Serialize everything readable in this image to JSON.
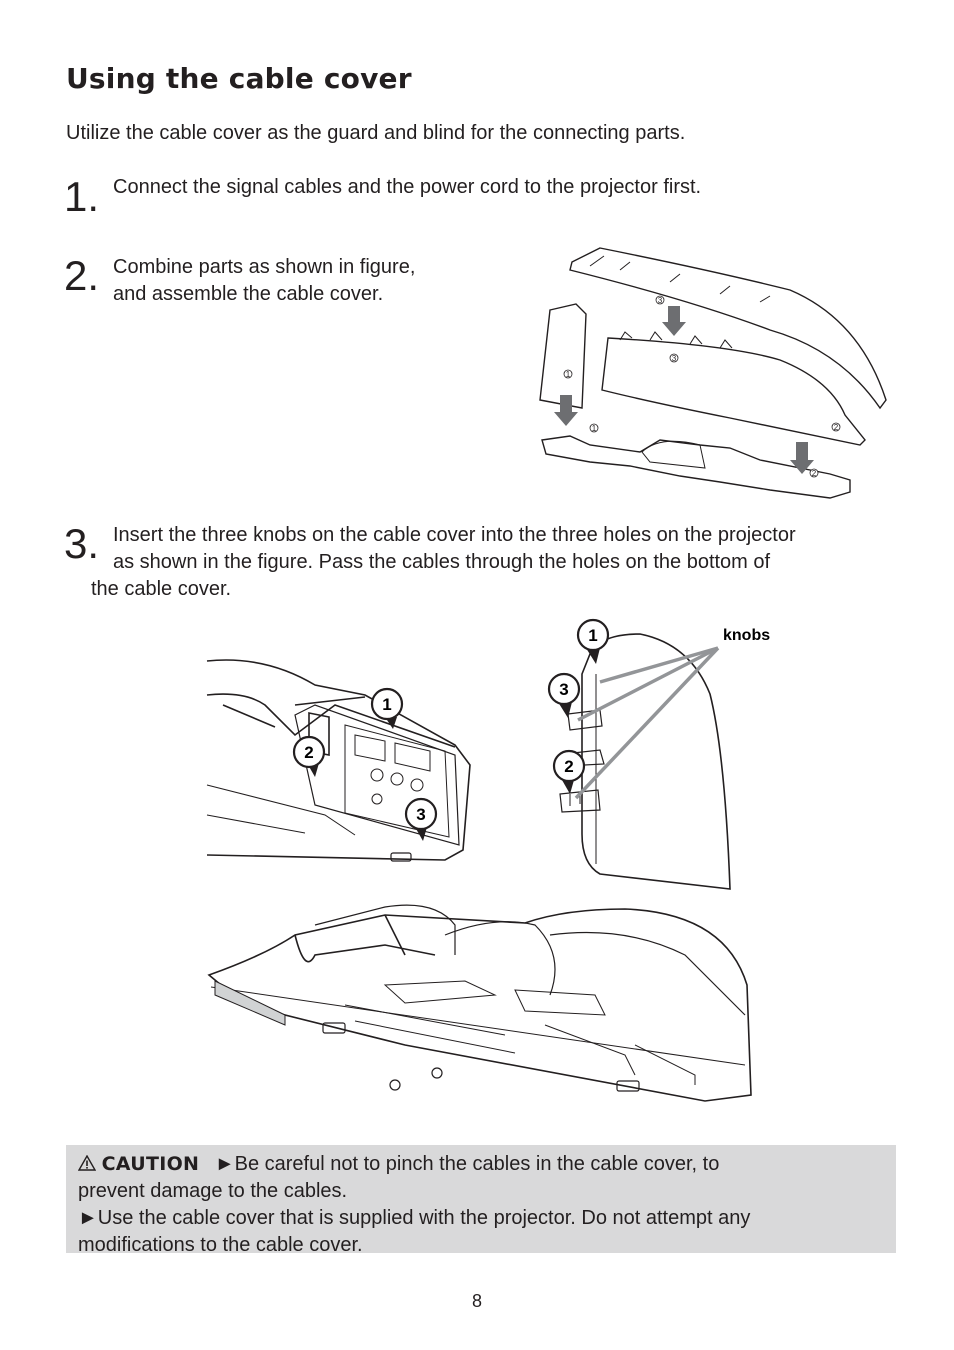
{
  "heading": "Using the cable cover",
  "intro": "Utilize the cable cover as the guard and blind for the connecting parts.",
  "steps": [
    {
      "number": "1.",
      "text": "Connect the signal cables and the power cord to the projector first."
    },
    {
      "number": "2.",
      "line1": "Combine parts as shown in figure,",
      "line2": "and assemble the cable cover."
    },
    {
      "number": "3.",
      "line1": "Insert the three knobs on the cable cover into the three holes on the projector",
      "line2": "as shown in the figure. Pass the cables through the holes on the bottom of",
      "line3": "the cable cover."
    }
  ],
  "figure_assembly": {
    "part_labels": [
      "1",
      "1",
      "2",
      "2",
      "3",
      "3"
    ]
  },
  "figure_install": {
    "callouts": [
      "1",
      "2",
      "3",
      "1",
      "3",
      "2"
    ],
    "knobs_label": "knobs"
  },
  "caution": {
    "label": "CAUTION",
    "line1": "►Be careful not to pinch the cables in the cable cover, to",
    "line2": "prevent damage to the cables.",
    "line3": "►Use the cable cover that is supplied with the projector. Do not attempt any",
    "line4": "modifications to the cable cover."
  },
  "page_number": "8"
}
